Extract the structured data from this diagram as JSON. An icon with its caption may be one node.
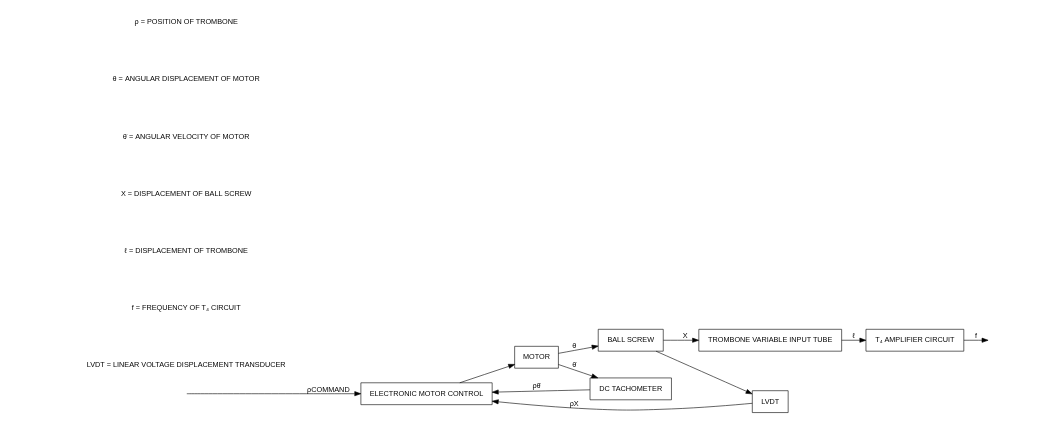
{
  "diagram": {
    "nodes": [
      {
        "text": [
          "ELECTRONIC MOTOR CONTROL"
        ]
      },
      {
        "text": [
          "MOTOR"
        ]
      },
      {
        "text": [
          "BALL SCREW"
        ]
      },
      {
        "text": [
          "TROMBONE VARIABLE INPUT TUBE"
        ]
      },
      {
        "text": [
          "T₄ AMPLIFIER CIRCUIT"
        ]
      },
      {
        "text": [
          "DC TACHOMETER"
        ]
      },
      {
        "text": [
          "LVDT"
        ]
      }
    ],
    "edges": [
      {
        "from": null,
        "to": 0,
        "arrow": "to",
        "label": "ρCOMMAND"
      },
      {
        "from": 0,
        "to": 1,
        "arrow": "to"
      },
      {
        "from": 1,
        "to": 2,
        "arrow": "to",
        "label": "θ"
      },
      {
        "from": 2,
        "to": 3,
        "arrow": "to",
        "label": "X"
      },
      {
        "from": 3,
        "to": 4,
        "arrow": "to",
        "label": "ℓ"
      },
      {
        "from": 4,
        "to": null,
        "arrow": "to",
        "label": "f"
      },
      {
        "from": 1,
        "to": 5,
        "arrow": "to",
        "label": "θ̇"
      },
      {
        "from": 5,
        "to": 0,
        "arrow": "to",
        "label": "ρθ̇"
      },
      {
        "from": 2,
        "to": 6,
        "arrow": "to"
      },
      {
        "from": 6,
        "to": 0,
        "arrow": "to",
        "label": "ρX"
      }
    ],
    "labels": [
      "ρ = POSITION OF TROMBONE",
      "θ = ANGULAR DISPLACEMENT OF MOTOR",
      "θ̇ = ANGULAR VELOCITY OF MOTOR",
      "X = DISPLACEMENT OF BALL SCREW",
      "ℓ = DISPLACEMENT OF TROMBONE",
      "f = FREQUENCY OF T₄ CIRCUIT",
      "LVDT = LINEAR VOLTAGE DISPLACEMENT TRANSDUCER"
    ]
  }
}
